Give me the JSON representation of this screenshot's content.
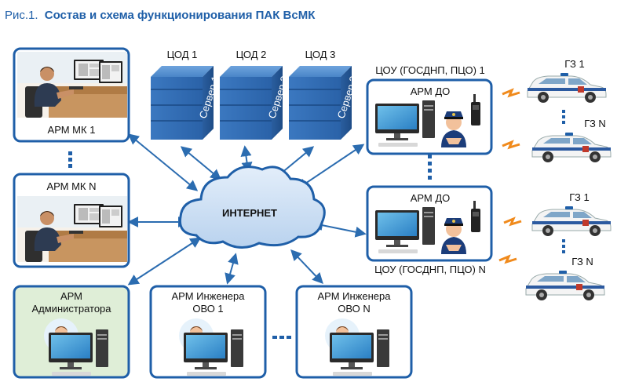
{
  "figure": {
    "prefix": "Рис.1.",
    "title": "Состав и схема функционирования ПАК ВсМК"
  },
  "nodes": {
    "arm_mk_1": "АРМ МК 1",
    "arm_mk_n": "АРМ МК N",
    "admin_line1": "АРМ",
    "admin_line2": "Администратора",
    "eng1_line1": "АРМ  Инженера",
    "eng1_line2": "ОВО 1",
    "engn_line1": "АРМ  Инженера",
    "engn_line2": "ОВО N",
    "cloud": "ИНТЕРНЕТ",
    "cod1": "ЦОД 1",
    "cod2": "ЦОД 2",
    "cod3": "ЦОД 3",
    "server1": "Сервер 1",
    "server2": "Сервер 2",
    "server3": "Сервер 3",
    "cou1": "ЦОУ (ГОСДНП, ПЦО) 1",
    "coun": "ЦОУ (ГОСДНП, ПЦО) N",
    "arm_do_1": "АРМ ДО",
    "arm_do_n": "АРМ ДО",
    "gz_top_1": "ГЗ 1",
    "gz_top_n": "ГЗ N",
    "gz_bot_1": "ГЗ 1",
    "gz_bot_n": "ГЗ N"
  },
  "colors": {
    "title_prefix": "#1f5fa8",
    "title": "#1f5fa8",
    "box_border": "#1f5fa8",
    "box_fill": "#ffffff",
    "admin_fill": "#dfeed7",
    "arrow": "#2b6cb0",
    "server_blue": "#2f6fb6",
    "cloud_fill": "#cfe0f3",
    "lightning": "#f08a1c"
  }
}
